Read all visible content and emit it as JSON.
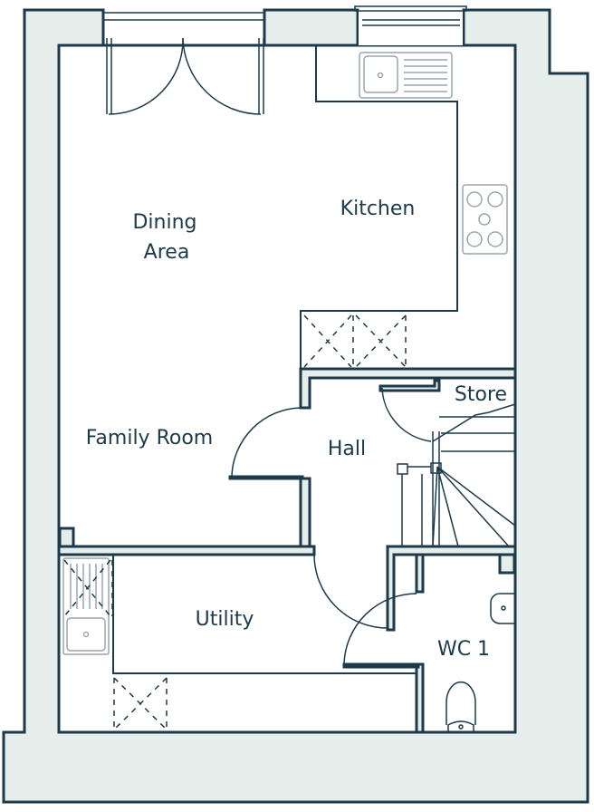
{
  "plan": {
    "rooms": {
      "dining_line1": "Dining",
      "dining_line2": "Area",
      "kitchen": "Kitchen",
      "family_room": "Family Room",
      "hall": "Hall",
      "store": "Store",
      "utility": "Utility",
      "wc": "WC 1"
    },
    "colors": {
      "wall_fill": "#e6eeec",
      "line": "#1c3a4a"
    }
  }
}
